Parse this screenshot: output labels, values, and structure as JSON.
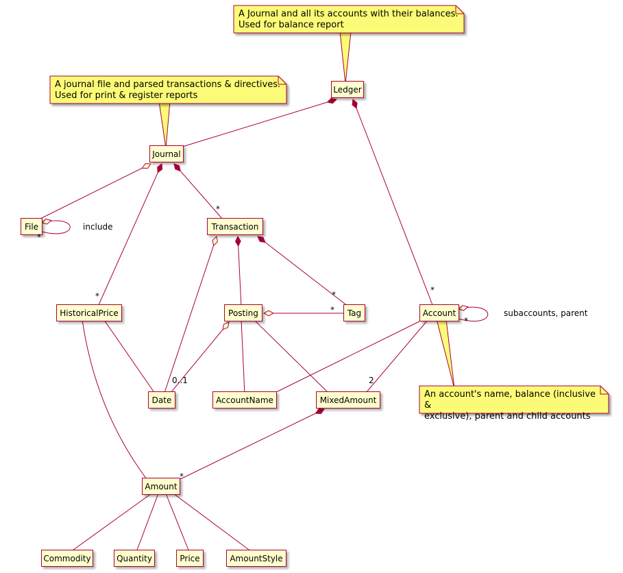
{
  "diagram": {
    "type": "uml-class-diagram",
    "style": "plantuml",
    "background": "#FFFFFF",
    "colors": {
      "class_background": "#FEFECE",
      "class_border": "#A80036",
      "note_background": "#FBFB77",
      "note_border": "#A80036",
      "edge": "#A80036",
      "text": "#000000"
    }
  },
  "classes": [
    {
      "label": "Ledger"
    },
    {
      "label": "Journal"
    },
    {
      "label": "File"
    },
    {
      "label": "Transaction"
    },
    {
      "label": "HistoricalPrice"
    },
    {
      "label": "Posting"
    },
    {
      "label": "Tag"
    },
    {
      "label": "Account"
    },
    {
      "label": "Date"
    },
    {
      "label": "AccountName"
    },
    {
      "label": "MixedAmount"
    },
    {
      "label": "Amount"
    },
    {
      "label": "Commodity"
    },
    {
      "label": "Quantity"
    },
    {
      "label": "Price"
    },
    {
      "label": "AmountStyle"
    }
  ],
  "notes": [
    {
      "attached_to": "Ledger",
      "text": "A Journal and all its accounts with their balances.\nUsed for balance report"
    },
    {
      "attached_to": "Journal",
      "text": "A journal file and parsed transactions & directives.\nUsed for print & register reports"
    },
    {
      "attached_to": "Account",
      "text": "An account's name, balance (inclusive &\nexclusive), parent and child accounts"
    }
  ],
  "labels": [
    {
      "edge": "File-File",
      "text": "include"
    },
    {
      "edge": "Account-Account",
      "text": "subaccounts, parent"
    },
    {
      "edge": "File-File",
      "text": "*"
    },
    {
      "edge": "Journal-Transaction",
      "text": "*"
    },
    {
      "edge": "Journal-HistoricalPrice",
      "text": "*"
    },
    {
      "edge": "Ledger-Account",
      "text": "*"
    },
    {
      "edge": "Transaction-Tag",
      "text": "*"
    },
    {
      "edge": "Posting-Tag",
      "text": "*"
    },
    {
      "edge": "Account-Account",
      "text": "*"
    },
    {
      "edge": "Posting-Date",
      "text": "0..1"
    },
    {
      "edge": "Account-MixedAmount",
      "text": "2"
    },
    {
      "edge": "MixedAmount-Amount",
      "text": "*"
    }
  ],
  "relationships": [
    {
      "from": "Ledger",
      "to": "Journal",
      "type": "composition"
    },
    {
      "from": "Ledger",
      "to": "Account",
      "type": "composition",
      "multiplicity": "*"
    },
    {
      "from": "Journal",
      "to": "File",
      "type": "aggregation"
    },
    {
      "from": "File",
      "to": "File",
      "type": "aggregation",
      "multiplicity": "*",
      "label": "include"
    },
    {
      "from": "Journal",
      "to": "Transaction",
      "type": "composition",
      "multiplicity": "*"
    },
    {
      "from": "Journal",
      "to": "HistoricalPrice",
      "type": "composition",
      "multiplicity": "*"
    },
    {
      "from": "Transaction",
      "to": "Posting",
      "type": "composition"
    },
    {
      "from": "Transaction",
      "to": "Tag",
      "type": "composition",
      "multiplicity": "*"
    },
    {
      "from": "Transaction",
      "to": "Date",
      "type": "aggregation"
    },
    {
      "from": "Posting",
      "to": "Tag",
      "type": "aggregation",
      "multiplicity": "*"
    },
    {
      "from": "Posting",
      "to": "AccountName",
      "type": "association"
    },
    {
      "from": "Posting",
      "to": "MixedAmount",
      "type": "association"
    },
    {
      "from": "Posting",
      "to": "Date",
      "type": "aggregation",
      "multiplicity": "0..1"
    },
    {
      "from": "Account",
      "to": "Account",
      "type": "aggregation",
      "multiplicity": "*",
      "label": "subaccounts, parent"
    },
    {
      "from": "Account",
      "to": "AccountName",
      "type": "association"
    },
    {
      "from": "Account",
      "to": "MixedAmount",
      "type": "association",
      "multiplicity": "2"
    },
    {
      "from": "MixedAmount",
      "to": "Amount",
      "type": "composition",
      "multiplicity": "*"
    },
    {
      "from": "HistoricalPrice",
      "to": "Date",
      "type": "association"
    },
    {
      "from": "HistoricalPrice",
      "to": "Amount",
      "type": "association"
    },
    {
      "from": "Amount",
      "to": "Commodity",
      "type": "association"
    },
    {
      "from": "Amount",
      "to": "Quantity",
      "type": "association"
    },
    {
      "from": "Amount",
      "to": "Price",
      "type": "association"
    },
    {
      "from": "Amount",
      "to": "AmountStyle",
      "type": "association"
    }
  ]
}
